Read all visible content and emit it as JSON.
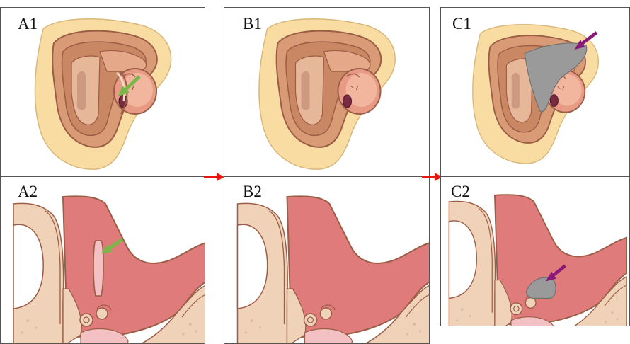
{
  "panels": {
    "a1": {
      "label": "A1"
    },
    "a2": {
      "label": "A2"
    },
    "b1": {
      "label": "B1"
    },
    "b2": {
      "label": "B2"
    },
    "c1": {
      "label": "C1"
    },
    "c2": {
      "label": "C2"
    }
  },
  "colors": {
    "skin": "#f8dca2",
    "mucosa": "#e07b7b",
    "bone": "#f0d2b8",
    "outline": "#9b5d45",
    "green_arrow": "#7ab648",
    "purple_arrow": "#8a1a7a",
    "gray_fill": "#9a9a9a",
    "red_arrow": "#e8170d"
  },
  "icons": {
    "flow": "red-right-arrow",
    "indicator_a": "green-arrow",
    "indicator_c": "purple-arrow"
  }
}
